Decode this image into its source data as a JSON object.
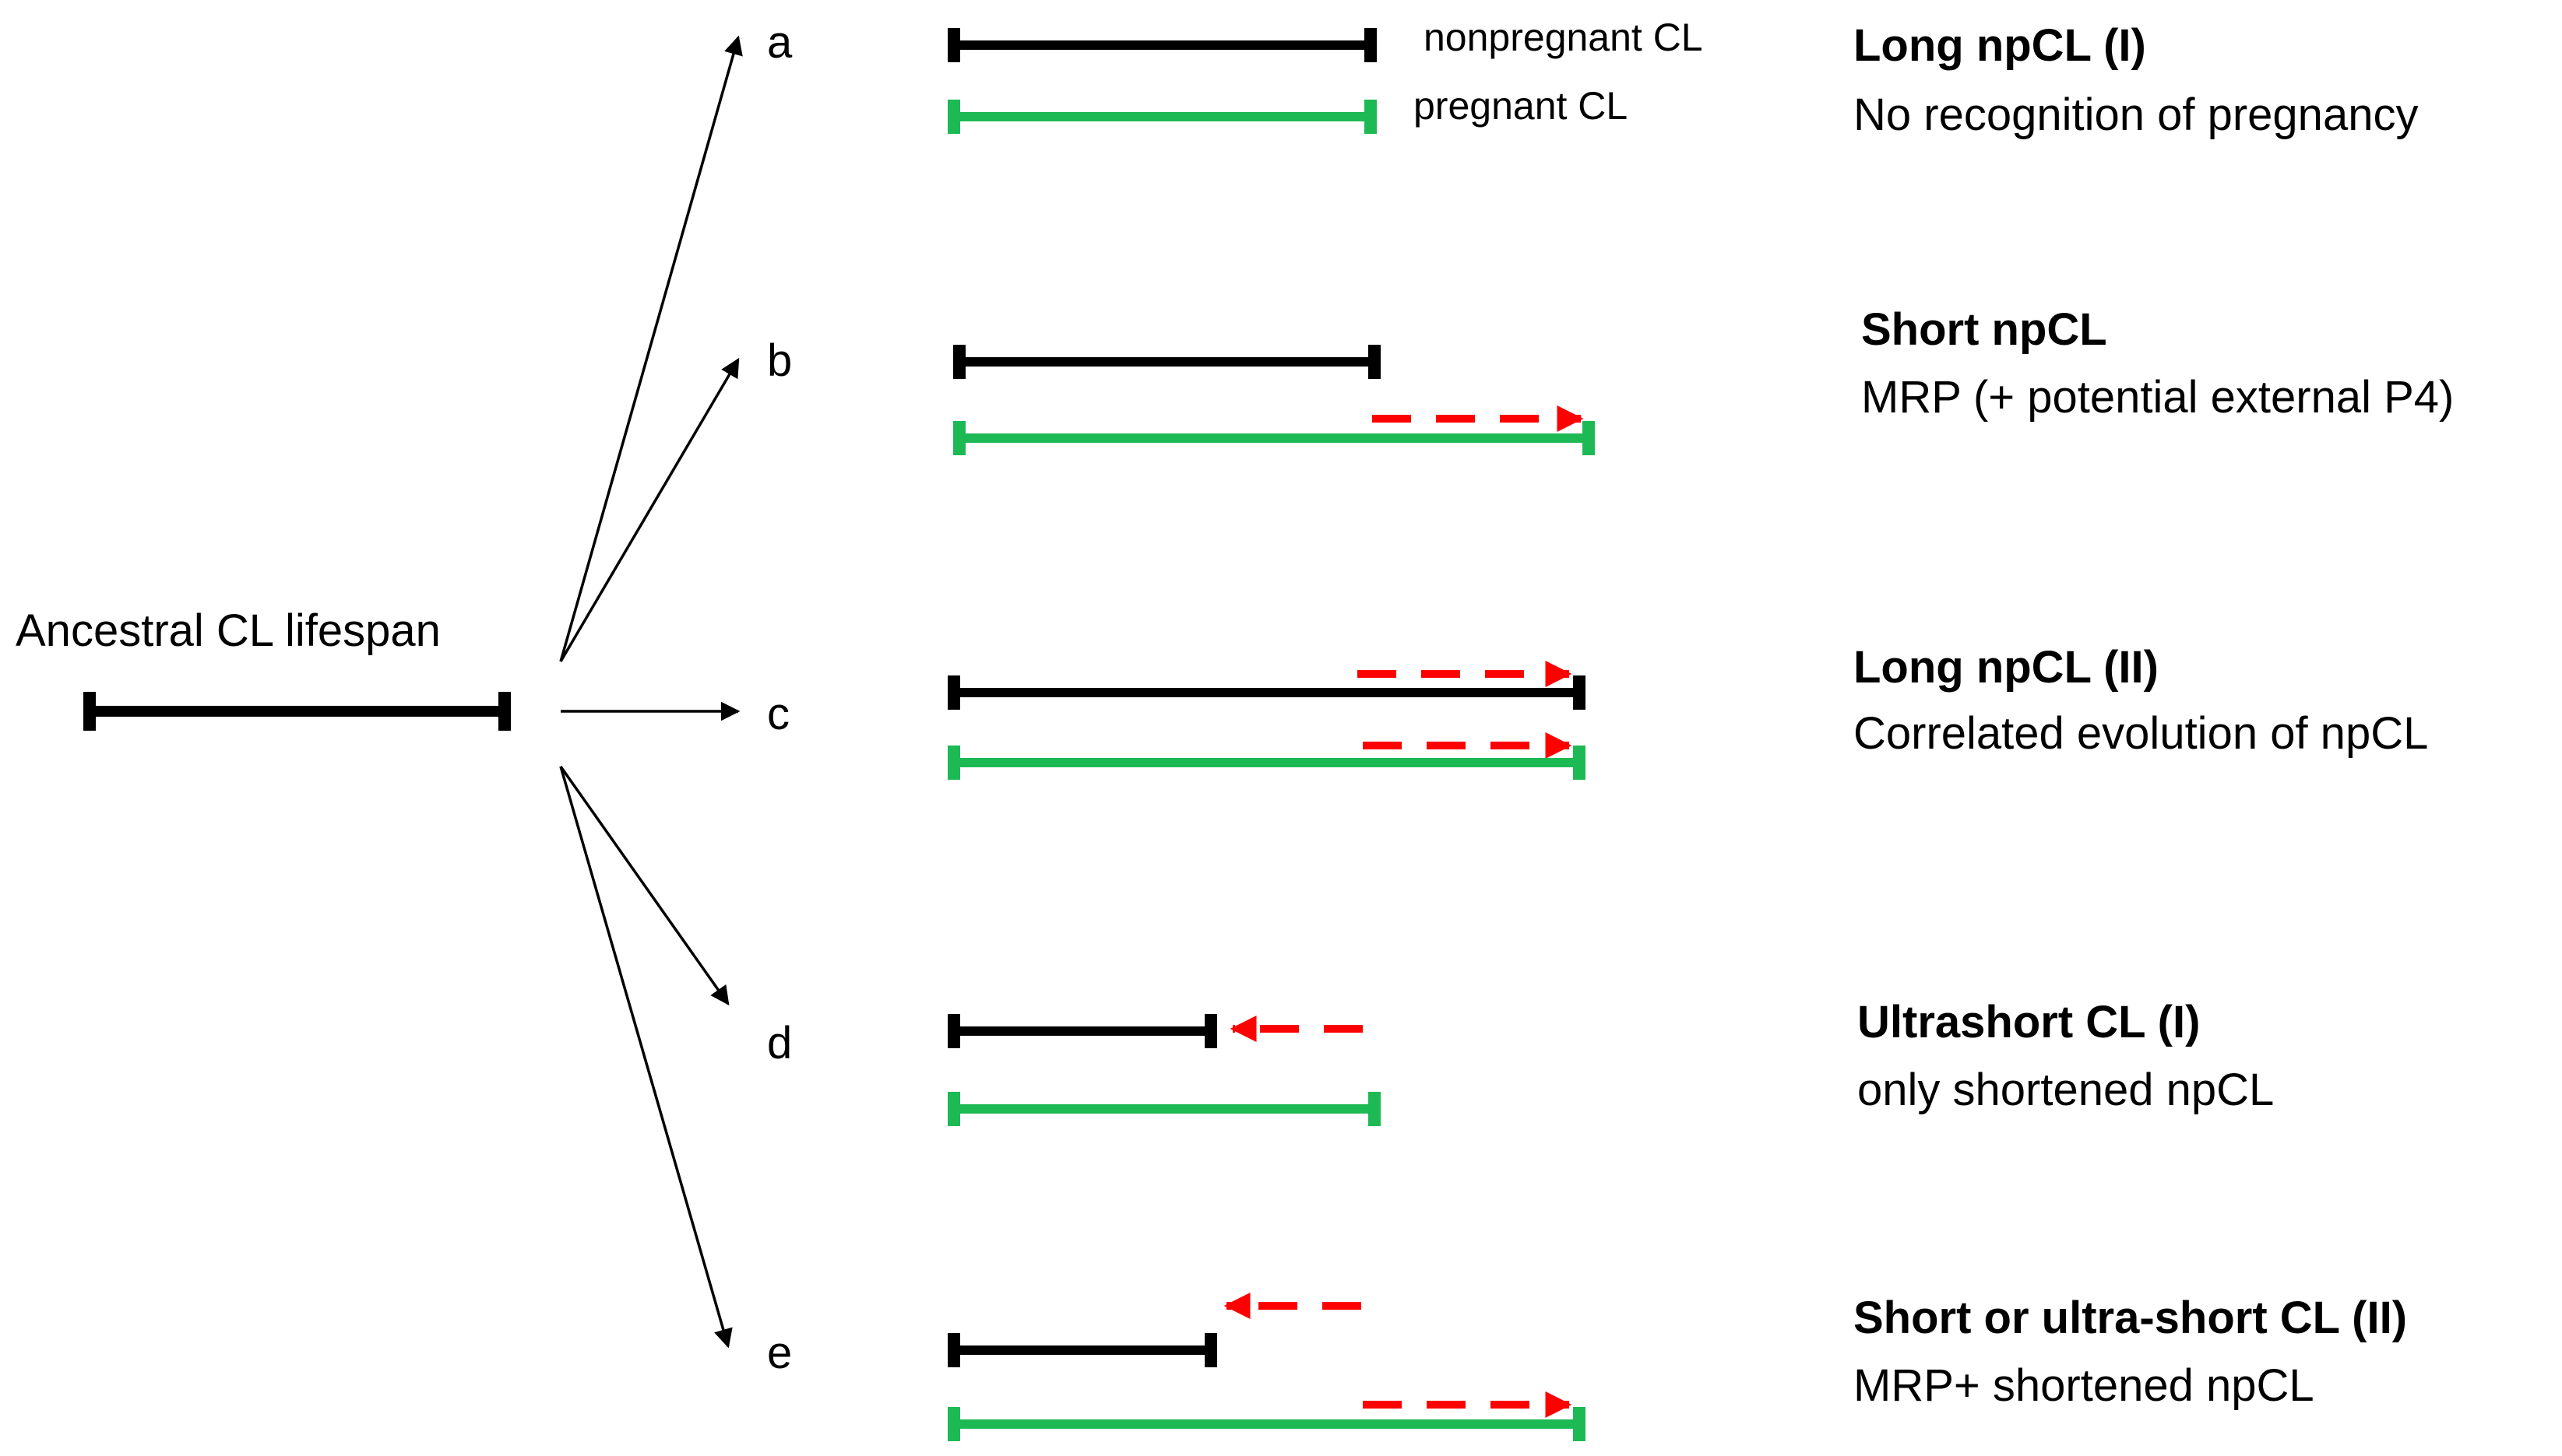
{
  "ancestor": {
    "label": "Ancestral CL lifespan"
  },
  "legend": {
    "nonpregnant": "nonpregnant CL",
    "pregnant": "pregnant CL"
  },
  "colors": {
    "nonpregnant_bar": "#000000",
    "pregnant_bar": "#1db954",
    "change_arrow": "#ff0000",
    "branch_arrow": "#000000"
  },
  "scenarios": [
    {
      "letter": "a",
      "title": "Long npCL (I)",
      "desc": "No recognition of pregnancy"
    },
    {
      "letter": "b",
      "title": "Short npCL",
      "desc": "MRP (+ potential external P4)"
    },
    {
      "letter": "c",
      "title": "Long npCL (II)",
      "desc": "Correlated evolution of npCL"
    },
    {
      "letter": "d",
      "title": "Ultrashort CL (I)",
      "desc": "only shortened npCL"
    },
    {
      "letter": "e",
      "title": "Short or ultra-short CL (II)",
      "desc": "MRP+ shortened npCL"
    }
  ]
}
